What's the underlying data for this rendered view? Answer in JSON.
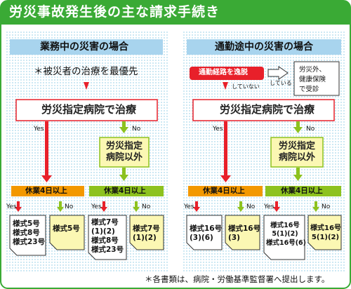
{
  "title": "労災事故発生後の主な請求手続き",
  "left": {
    "header": "業務中の災害の場合",
    "note": "＊被災者の治療を最優先",
    "hospital": "労災指定病院で治療",
    "yes": "Yes",
    "no": "No",
    "other_hospital": [
      "労災指定",
      "病院以外"
    ],
    "rest_label": "休業4日以上",
    "forms": {
      "a": [
        "様式5号",
        "様式8号",
        "様式23号"
      ],
      "b": [
        "様式5号"
      ],
      "c": [
        "様式7号",
        "(1)(2)",
        "様式8号",
        "様式23号"
      ],
      "d": [
        "様式7号",
        "(1)(2)"
      ]
    }
  },
  "right": {
    "header": "通勤途中の災害の場合",
    "route_box": "通勤経路を逸脱",
    "did": "している",
    "did_not": "していない",
    "insurance": [
      "労災外、",
      "健康保険",
      "で受診"
    ],
    "hospital": "労災指定病院で治療",
    "yes": "Yes",
    "no": "No",
    "other_hospital": [
      "労災指定",
      "病院以外"
    ],
    "rest_label": "休業4日以上",
    "forms": {
      "a": [
        "様式16号",
        "(3)(6)"
      ],
      "b": [
        "様式16号",
        "(3)"
      ],
      "c": [
        "様式16号",
        "5(1)(2)",
        "様式16号(6)"
      ],
      "d": [
        "様式16号",
        "5(1)(2)"
      ]
    }
  },
  "footer": "＊各書類は、病院・労働基準監督署へ提出します。",
  "colors": {
    "green": "#3aaa35",
    "blue_band": "#a8d4ee",
    "red_box": "#e8202a",
    "orange": "#f39800",
    "lime": "#8dc21f",
    "pale_yellow": "#fbf7b3"
  }
}
